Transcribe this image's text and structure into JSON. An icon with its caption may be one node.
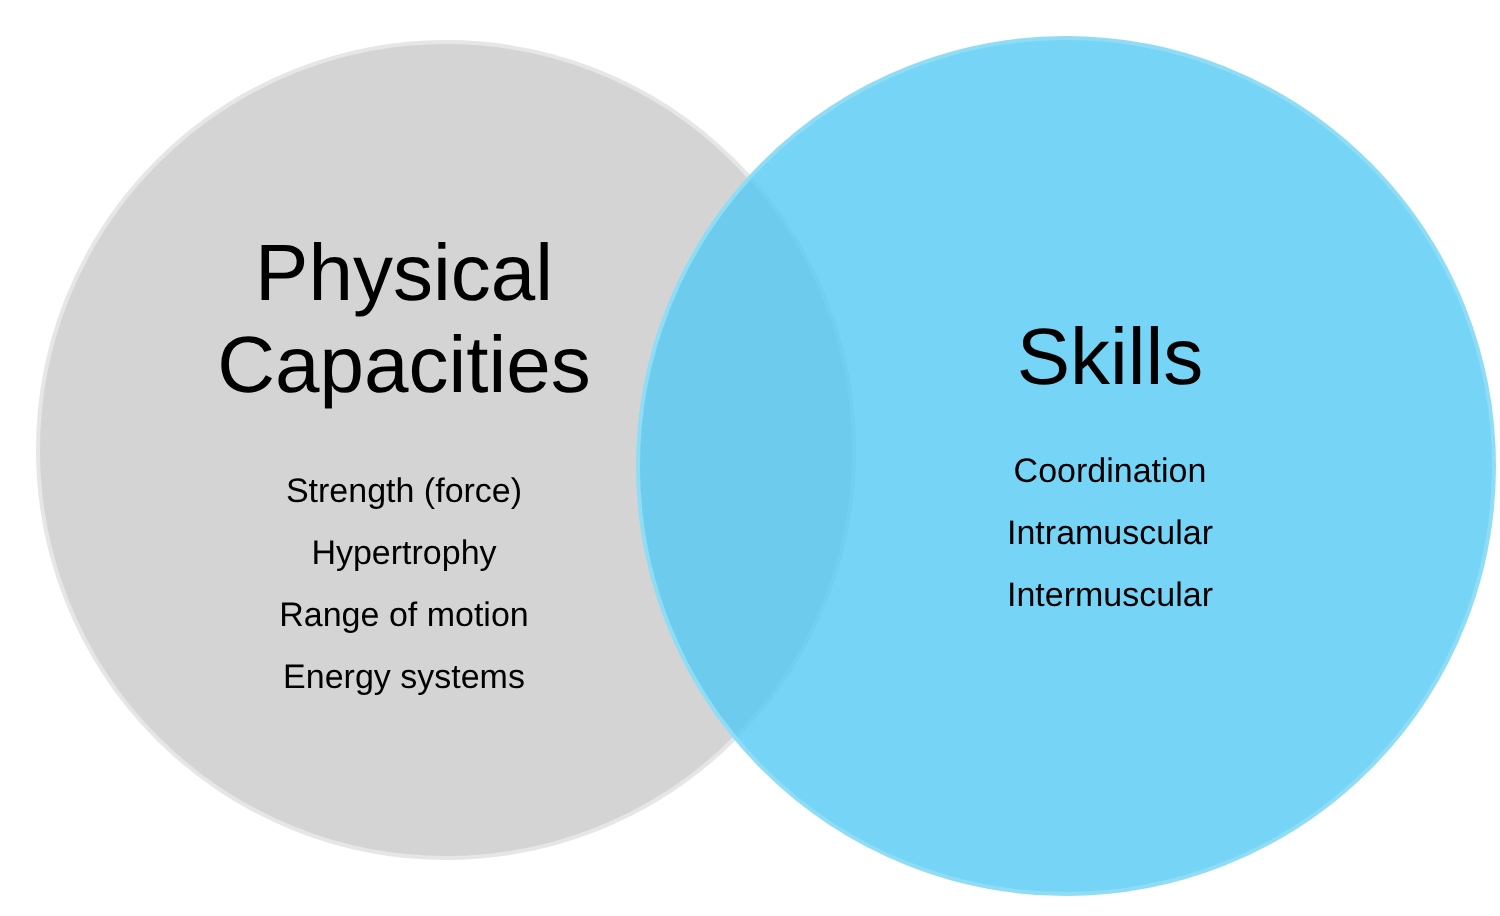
{
  "diagram": {
    "nodes": [
      {
        "text": [
          "Physical Capacities",
          "Strength (force)",
          "Hypertrophy",
          "Range of motion",
          "Energy systems"
        ]
      },
      {
        "text": [
          "Skills",
          "Coordination",
          "Intramuscular",
          "Intermuscular"
        ]
      }
    ]
  }
}
